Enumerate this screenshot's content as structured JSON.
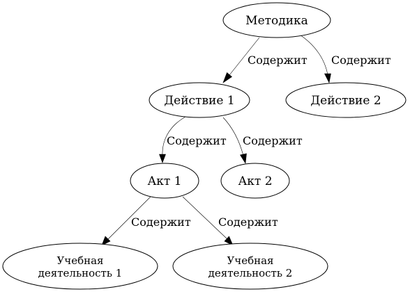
{
  "nodes": {
    "metodika": {
      "label": "Методика"
    },
    "action1": {
      "label": "Действие 1"
    },
    "action2": {
      "label": "Действие 2"
    },
    "act1": {
      "label": "Акт 1"
    },
    "act2": {
      "label": "Акт 2"
    },
    "learning1": {
      "line1": "Учебная",
      "line2": "деятельность 1"
    },
    "learning2": {
      "line1": "Учебная",
      "line2": "деятельность 2"
    }
  },
  "edges": {
    "metodika_action1": {
      "label": "Содержит"
    },
    "metodika_action2": {
      "label": "Содержит"
    },
    "action1_act1": {
      "label": "Содержит"
    },
    "action1_act2": {
      "label": "Содержит"
    },
    "act1_learning1": {
      "label": "Содержит"
    },
    "act1_learning2": {
      "label": "Содержит"
    }
  }
}
